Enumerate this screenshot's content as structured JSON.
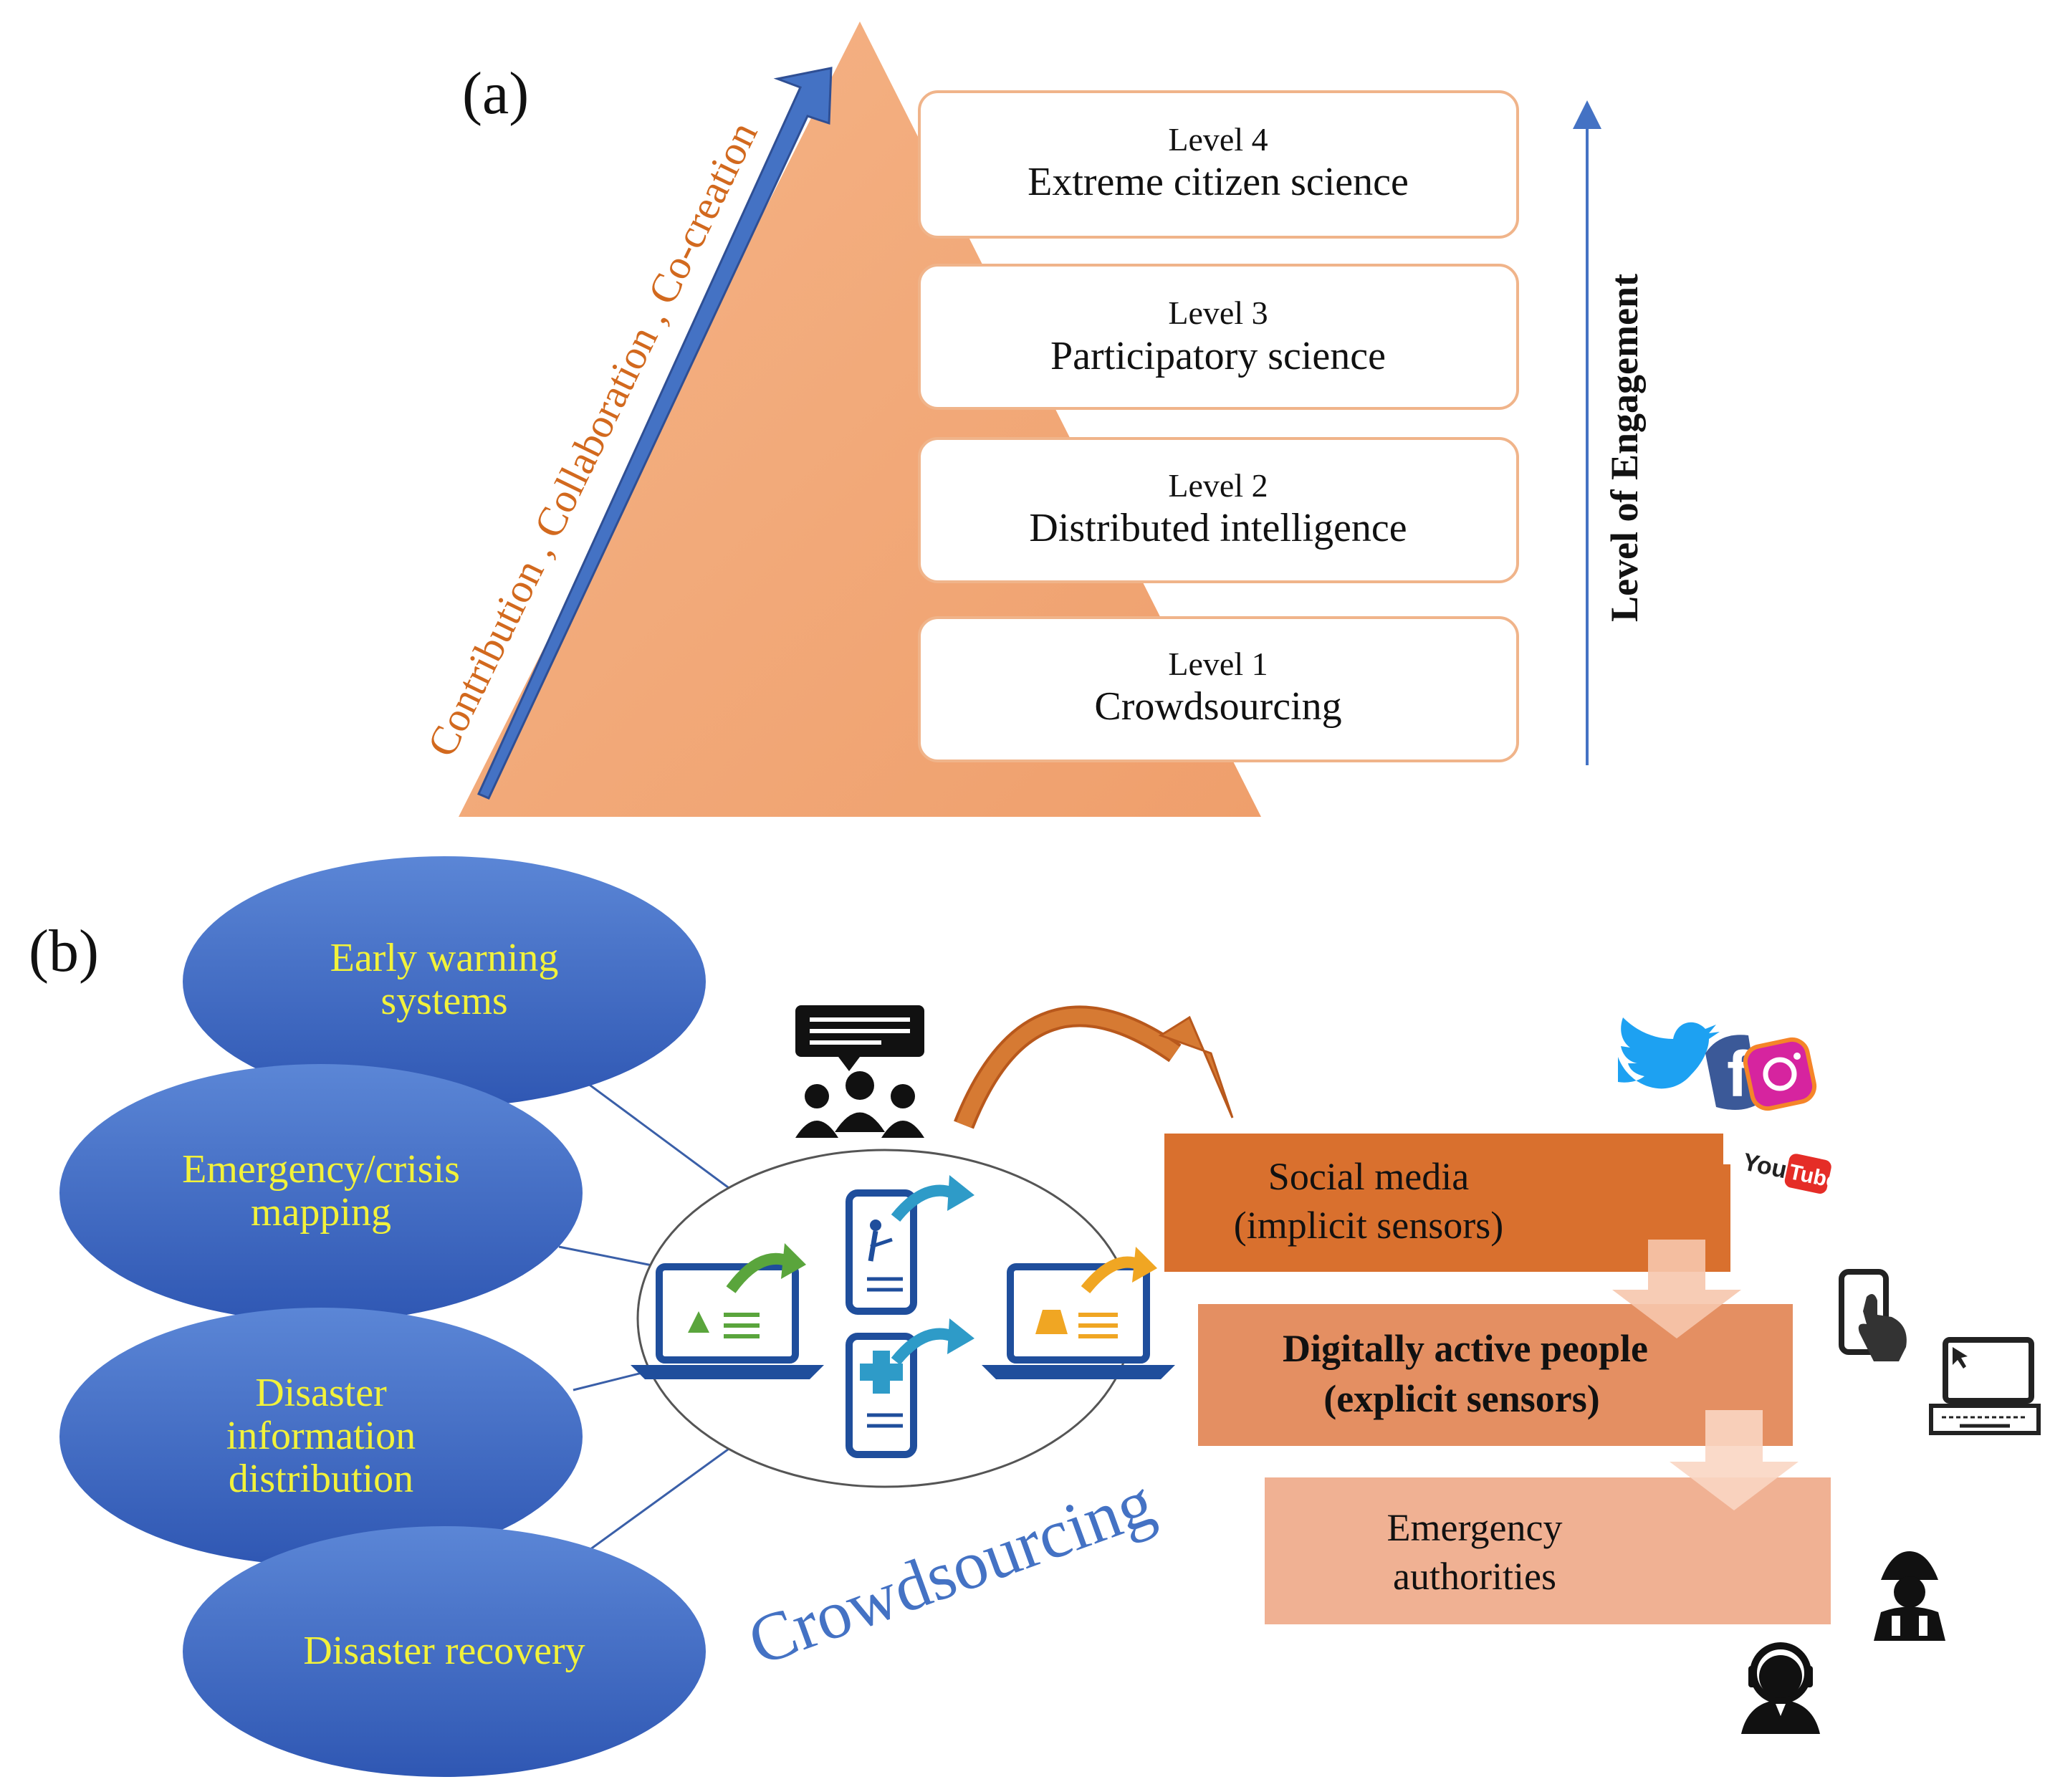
{
  "panel_a": {
    "label": "(a)",
    "diagonal_text": "Contribution , Collaboration , Co-creation",
    "engagement_label": "Level of Engagement",
    "levels": [
      {
        "level": "Level 4",
        "name": "Extreme citizen science"
      },
      {
        "level": "Level 3",
        "name": "Participatory  science"
      },
      {
        "level": "Level 2",
        "name": "Distributed intelligence"
      },
      {
        "level": "Level 1",
        "name": "Crowdsourcing"
      }
    ],
    "colors": {
      "pyramid": "#f3a676",
      "arrow": "#4472c4",
      "diag_text": "#d2691e",
      "box_border": "#f0b48a"
    }
  },
  "panel_b": {
    "label": "(b)",
    "ellipses": [
      {
        "lines": [
          "Early warning",
          "systems"
        ]
      },
      {
        "lines": [
          "Emergency/crisis",
          "mapping"
        ]
      },
      {
        "lines": [
          "Disaster",
          "information",
          "distribution"
        ]
      },
      {
        "lines": [
          "Disaster recovery"
        ]
      }
    ],
    "crowdsourcing_label": "Crowdsourcing",
    "youtube_label": "YouTube",
    "boxes": [
      {
        "lines": [
          "Social media",
          "(implicit sensors)"
        ],
        "color": "#d9702e"
      },
      {
        "lines": [
          "Digitally active people",
          "(explicit sensors)"
        ],
        "color": "#e48f62"
      },
      {
        "lines": [
          "Emergency",
          "authorities"
        ],
        "color": "#f0b193"
      }
    ],
    "colors": {
      "ellipse": "#3f69c6",
      "ellipse_text": "#f2f23a",
      "crowd_text": "#4472c4"
    }
  }
}
